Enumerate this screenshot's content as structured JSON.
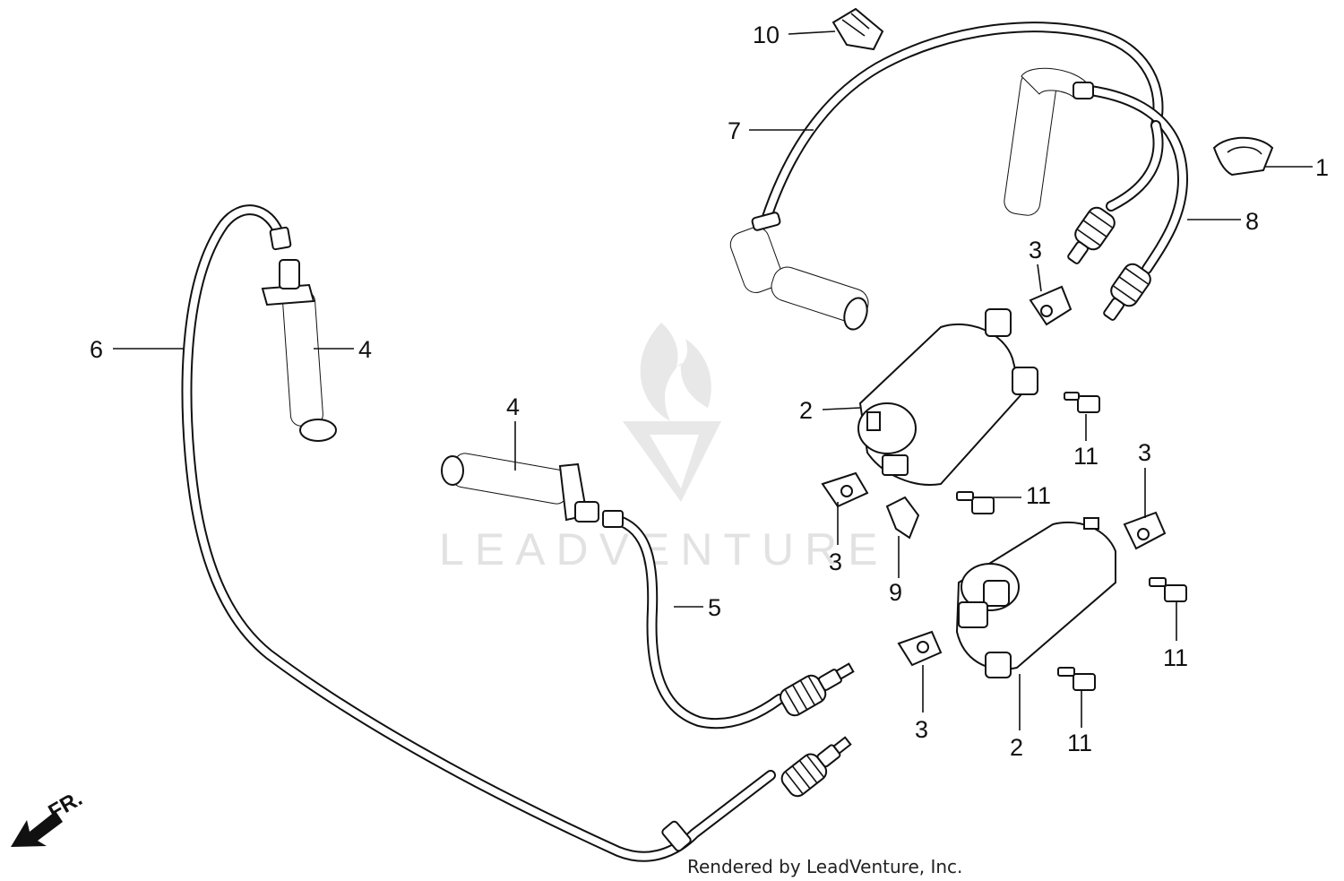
{
  "watermark": {
    "text": "LEADVENTURE",
    "colors": {
      "logo": "#e6e6e6",
      "text": "#e2e2e2"
    }
  },
  "footer": {
    "text": "Rendered by LeadVenture, Inc."
  },
  "direction_indicator": {
    "label": "FR."
  },
  "callouts": [
    {
      "id": "c10",
      "label": "10"
    },
    {
      "id": "c7",
      "label": "7"
    },
    {
      "id": "c1",
      "label": "1"
    },
    {
      "id": "c8",
      "label": "8"
    },
    {
      "id": "c3a",
      "label": "3"
    },
    {
      "id": "c6",
      "label": "6"
    },
    {
      "id": "c4a",
      "label": "4"
    },
    {
      "id": "c4b",
      "label": "4"
    },
    {
      "id": "c2a",
      "label": "2"
    },
    {
      "id": "c11a",
      "label": "11"
    },
    {
      "id": "c11b",
      "label": "11"
    },
    {
      "id": "c3b",
      "label": "3"
    },
    {
      "id": "c3c",
      "label": "3"
    },
    {
      "id": "c9",
      "label": "9"
    },
    {
      "id": "c5",
      "label": "5"
    },
    {
      "id": "c11c",
      "label": "11"
    },
    {
      "id": "c3d",
      "label": "3"
    },
    {
      "id": "c2b",
      "label": "2"
    },
    {
      "id": "c11d",
      "label": "11"
    }
  ]
}
